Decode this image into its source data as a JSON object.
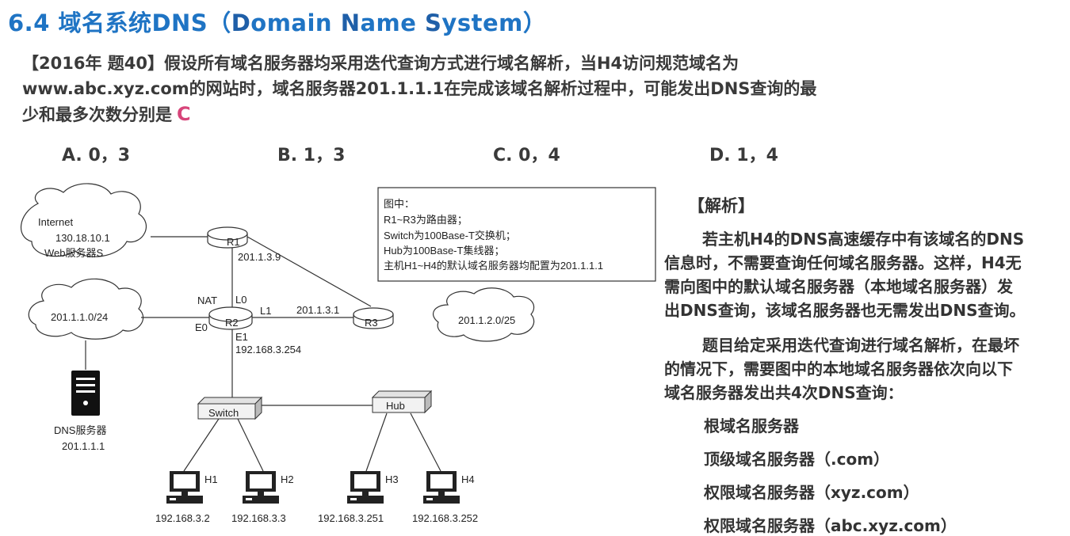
{
  "title": {
    "prefix": "6.4 域名系统DNS（",
    "D": "D",
    "omain": "omain ",
    "N": "N",
    "ame": "ame ",
    "S": "S",
    "ystem": "ystem）"
  },
  "question": {
    "line1": "【2016年 题40】假设所有域名服务器均采用迭代查询方式进行域名解析，当H4访问规范域名为",
    "line2": "www.abc.xyz.com的网站时，域名服务器201.1.1.1在完成该域名解析过程中，可能发出DNS查询的最",
    "line3": "少和最多次数分别是",
    "answer": "C"
  },
  "options": [
    {
      "label": "A. 0，3"
    },
    {
      "label": "B. 1，3"
    },
    {
      "label": "C. 0，4"
    },
    {
      "label": "D. 1，4"
    }
  ],
  "diagram": {
    "note": {
      "l1": "图中：",
      "l2": "R1~R3为路由器；",
      "l3": "Switch为100Base-T交换机；",
      "l4": "Hub为100Base-T集线器；",
      "l5": "主机H1~H4的默认域名服务器均配置为201.1.1.1"
    },
    "internet": {
      "l1": "Internet",
      "l2": "130.18.10.1",
      "l3": "Web服务器S"
    },
    "net1": "201.1.1.0/24",
    "net2": "201.1.2.0/25",
    "r1": "R1",
    "r1_ip": "201.1.3.9",
    "r2": "R2",
    "r3": "R3",
    "nat": "NAT",
    "l0": "L0",
    "l1": "L1",
    "e0": "E0",
    "e1": "E1",
    "r3_ip": "201.1.3.1",
    "e1_ip": "192.168.3.254",
    "dns_label": "DNS服务器",
    "dns_ip": "201.1.1.1",
    "switch": "Switch",
    "hub": "Hub",
    "h1": "H1",
    "h2": "H2",
    "h3": "H3",
    "h4": "H4",
    "h1_ip": "192.168.3.2",
    "h2_ip": "192.168.3.3",
    "h3_ip": "192.168.3.251",
    "h4_ip": "192.168.3.252"
  },
  "analysis": {
    "head": "【解析】",
    "p1l1": "若主机H4的DNS高速缓存中有该域名的DNS",
    "p1l2": "信息时，不需要查询任何域名服务器。这样，H4无",
    "p1l3": "需向图中的默认域名服务器（本地域名服务器）发",
    "p1l4": "出DNS查询，该域名服务器也无需发出DNS查询。",
    "p2l1": "题目给定采用迭代查询进行域名解析，在最坏",
    "p2l2": "的情况下，需要图中的本地域名服务器依次向以下",
    "p2l3": "域名服务器发出共4次DNS查询：",
    "items": [
      "根域名服务器",
      "顶级域名服务器（.com）",
      "权限域名服务器（xyz.com）",
      "权限域名服务器（abc.xyz.com）"
    ]
  },
  "colors": {
    "title": "#1f74c4",
    "answer": "#d7457a",
    "text": "#333333"
  }
}
